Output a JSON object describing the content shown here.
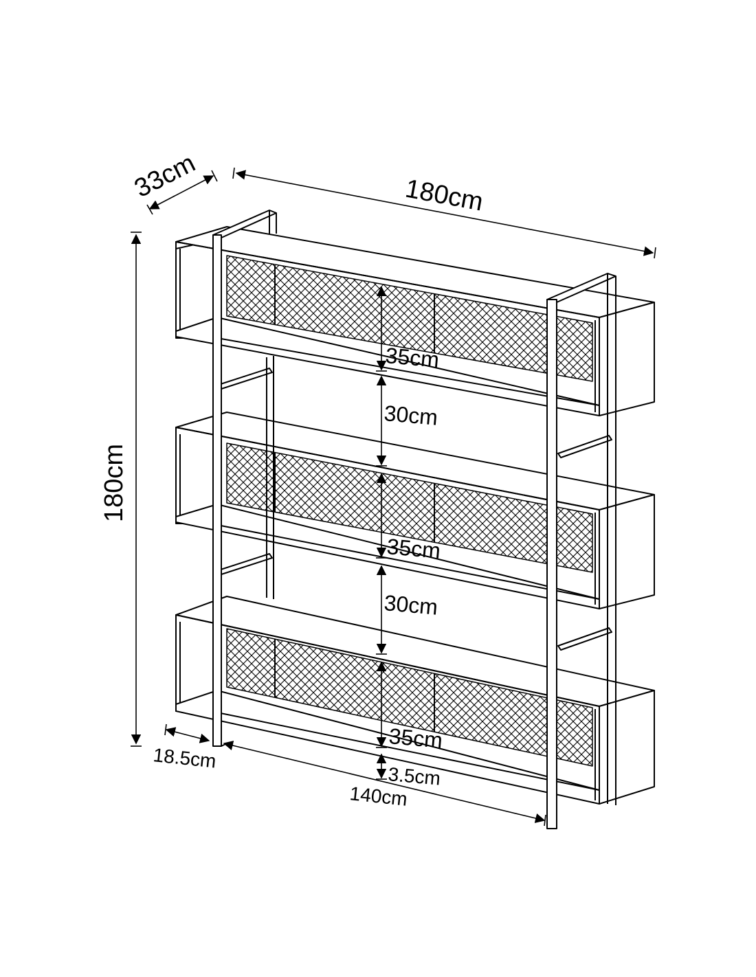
{
  "labels": {
    "depth": "33cm",
    "top_width": "180cm",
    "height": "180cm",
    "gap_1": "35cm",
    "gap_2": "30cm",
    "gap_3": "35cm",
    "gap_4": "30cm",
    "gap_5": "35cm",
    "leg_height": "3.5cm",
    "side_offset": "18.5cm",
    "inner_width": "140cm"
  },
  "colors": {
    "line": "#000000",
    "background": "#ffffff"
  }
}
